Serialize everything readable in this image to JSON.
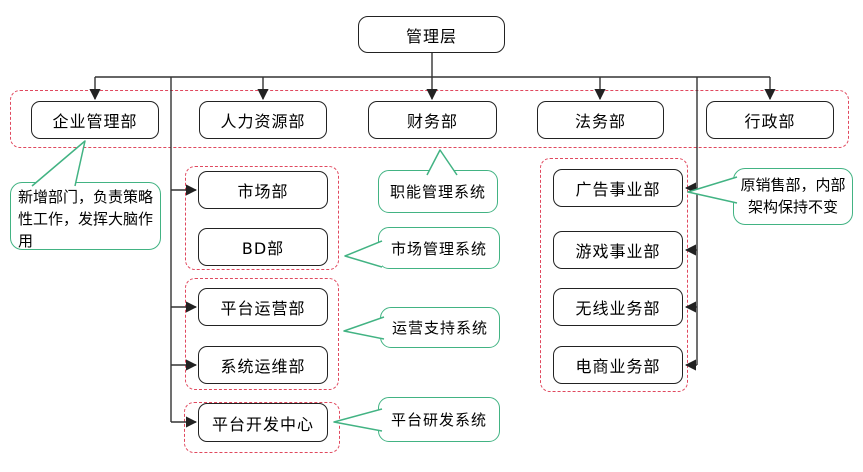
{
  "colors": {
    "line": "#333333",
    "node_border": "#222222",
    "group_dashed_red": "#e0485e",
    "callout_green": "#42b383",
    "text": "#000000",
    "background": "#ffffff"
  },
  "org": {
    "root": "管理层",
    "top_departments": [
      "企业管理部",
      "人力资源部",
      "财务部",
      "法务部",
      "行政部"
    ],
    "middle_departments": [
      "市场部",
      "BD部",
      "平台运营部",
      "系统运维部",
      "平台开发中心"
    ],
    "business_units": [
      "广告事业部",
      "游戏事业部",
      "无线业务部",
      "电商业务部"
    ],
    "system_callouts": [
      "职能管理系统",
      "市场管理系统",
      "运营支持系统",
      "平台研发系统"
    ],
    "annotation_left": "新增部门，负责策略性工作，发挥大脑作用",
    "annotation_right": "原销售部，内部架构保持不变"
  }
}
